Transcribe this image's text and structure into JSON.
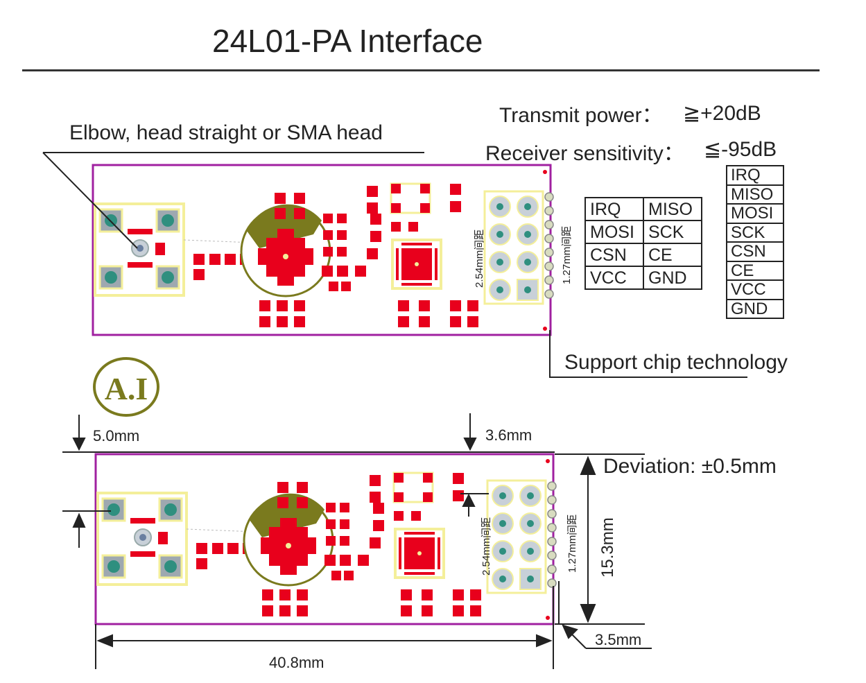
{
  "title": "24L01-PA Interface",
  "specs": {
    "transmit_power_label": "Transmit power：",
    "transmit_power_value": "≧+20dB",
    "receiver_sensitivity_label": "Receiver sensitivity：",
    "receiver_sensitivity_value": "≦-95dB"
  },
  "callouts": {
    "antenna": "Elbow, head straight or SMA head",
    "support": "Support chip technology",
    "deviation": "Deviation: ±0.5mm"
  },
  "pitch_labels": {
    "pitch_254": "2.54mm间距",
    "pitch_127": "1.27mm间距"
  },
  "pin_grid": [
    [
      "IRQ",
      "MISO"
    ],
    [
      "MOSI",
      "SCK"
    ],
    [
      "CSN",
      "CE"
    ],
    [
      "VCC",
      "GND"
    ]
  ],
  "pin_list": [
    "IRQ",
    "MISO",
    "MOSI",
    "SCK",
    "CSN",
    "CE",
    "VCC",
    "GND"
  ],
  "dimensions": {
    "top_offset": "5.0mm",
    "pin_offset": "3.6mm",
    "height": "15.3mm",
    "edge_offset": "3.5mm",
    "length": "40.8mm"
  },
  "logo_text": "A.I",
  "colors": {
    "board_outline": "#a020a0",
    "pad_red": "#e8001c",
    "silk_yellow": "#f4ef9a",
    "via_teal": "#2f8f7f",
    "olive": "#7a7a1e"
  },
  "icon_names": [
    "ai-thinker-logo-icon",
    "dimension-arrow-icon"
  ]
}
